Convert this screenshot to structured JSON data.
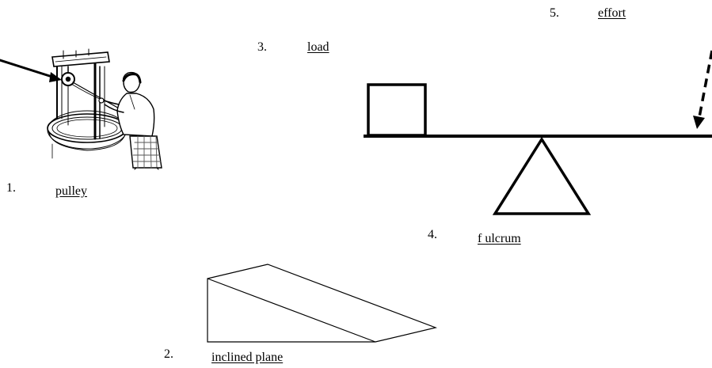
{
  "items": [
    {
      "number": "1.",
      "term": "pulley"
    },
    {
      "number": "2.",
      "term": "inclined plane"
    },
    {
      "number": "3.",
      "term": "load"
    },
    {
      "number": "4.",
      "term": "f ulcrum"
    },
    {
      "number": "5.",
      "term": "effort"
    }
  ],
  "colors": {
    "ink": "#000000",
    "shirt_check": "#7a7a7a"
  },
  "icons": {
    "pulley_scene": "well-pulley-illustration",
    "ramp": "inclined-plane-wedge",
    "lever": "seesaw-lever-with-fulcrum"
  }
}
